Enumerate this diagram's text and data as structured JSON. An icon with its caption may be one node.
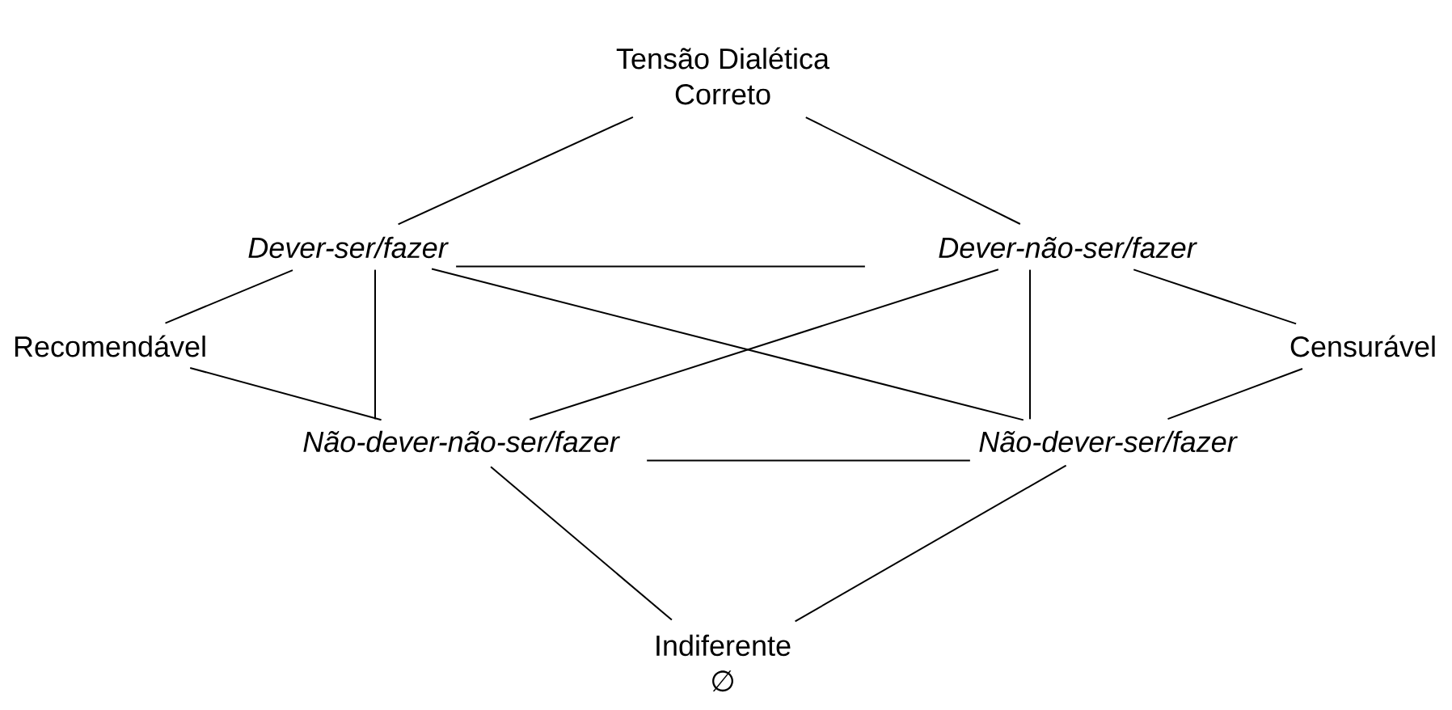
{
  "diagram": {
    "nodes": [
      {
        "text": [
          "Tensão Dialética",
          "Correto"
        ]
      },
      {
        "text": [
          "Dever-ser/fazer"
        ]
      },
      {
        "text": [
          "Dever-não-ser/fazer"
        ]
      },
      {
        "text": [
          "Recomendável"
        ]
      },
      {
        "text": [
          "Censurável"
        ]
      },
      {
        "text": [
          "Não-dever-não-ser/fazer"
        ]
      },
      {
        "text": [
          "Não-dever-ser/fazer"
        ]
      },
      {
        "text": [
          "Indiferente",
          "∅"
        ]
      }
    ],
    "edges": [
      {
        "from": 0,
        "to": 1,
        "arrow": "none"
      },
      {
        "from": 0,
        "to": 2,
        "arrow": "none"
      },
      {
        "from": 1,
        "to": 3,
        "arrow": "none"
      },
      {
        "from": 2,
        "to": 4,
        "arrow": "none"
      },
      {
        "from": 1,
        "to": 2,
        "arrow": "none"
      },
      {
        "from": 1,
        "to": 5,
        "arrow": "none"
      },
      {
        "from": 1,
        "to": 6,
        "arrow": "none"
      },
      {
        "from": 2,
        "to": 5,
        "arrow": "none"
      },
      {
        "from": 2,
        "to": 6,
        "arrow": "none"
      },
      {
        "from": 3,
        "to": 5,
        "arrow": "none"
      },
      {
        "from": 4,
        "to": 6,
        "arrow": "none"
      },
      {
        "from": 5,
        "to": 6,
        "arrow": "none"
      },
      {
        "from": 5,
        "to": 7,
        "arrow": "none"
      },
      {
        "from": 6,
        "to": 7,
        "arrow": "none"
      }
    ]
  }
}
